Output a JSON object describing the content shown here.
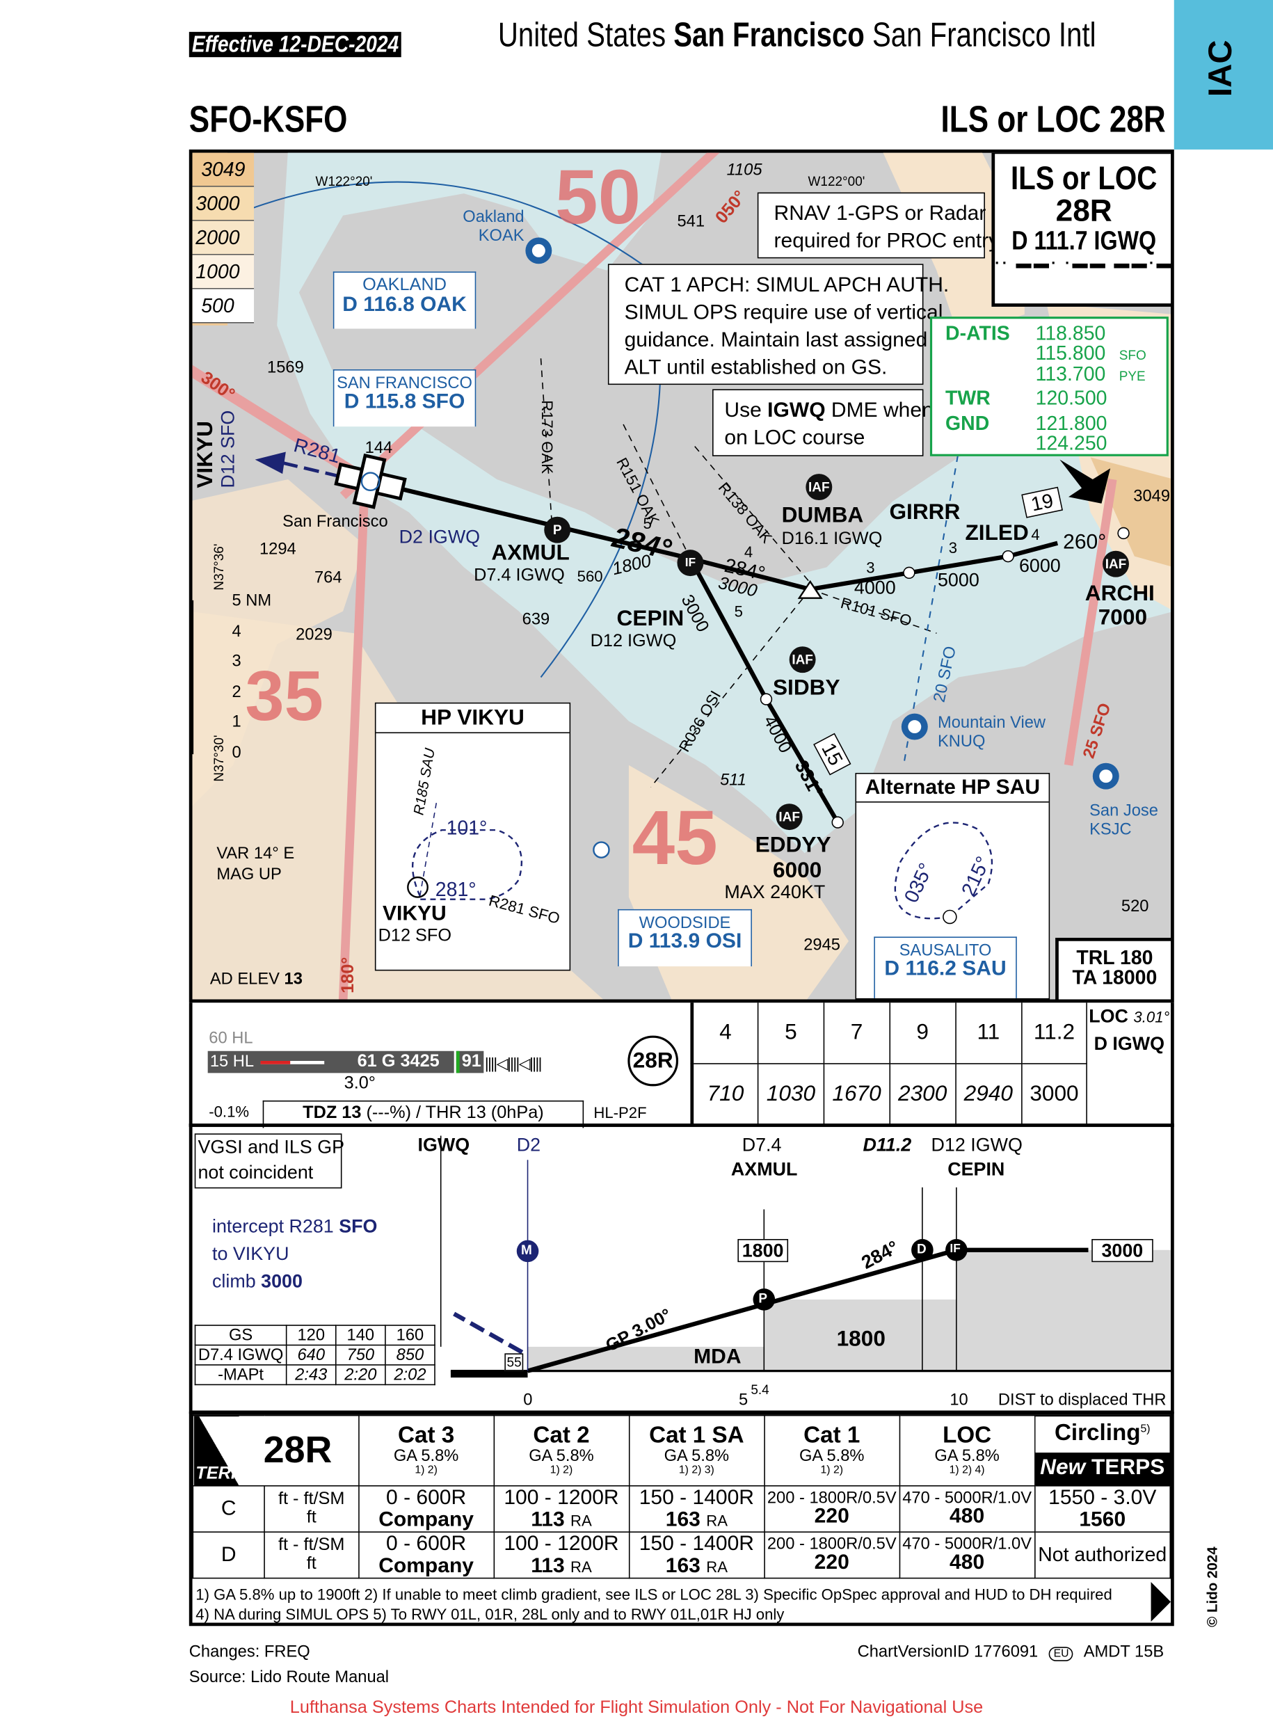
{
  "header": {
    "effective": "Effective  12-DEC-2024",
    "country": "United States",
    "city": "San Francisco",
    "airport": "San Francisco Intl",
    "ident": "SFO-KSFO",
    "procedure": "ILS or LOC 28R",
    "tab": "IAC"
  },
  "colors": {
    "tab": "#57bedc",
    "water": "#d4e8ea",
    "land": "#cfcfcf",
    "terrain": "#f6e4cc",
    "msa": "#e8787a",
    "vor": "#1f5fa3",
    "route": "#1c2473",
    "comms": "#17a34a"
  },
  "map": {
    "msa_legend": [
      "3049",
      "3000",
      "2000",
      "1000",
      "500"
    ],
    "title_box": {
      "line1": "ILS or LOC",
      "line2": "28R",
      "freq": "D 111.7 IGWQ"
    },
    "notes": {
      "rnav": [
        "RNAV 1-GPS or Radar",
        "required for PROC entry"
      ],
      "cat1": [
        "CAT 1 APCH: SIMUL APCH AUTH.",
        "SIMUL OPS require use of vertical",
        "guidance. Maintain last assigned",
        "ALT until established on GS."
      ],
      "igwq": {
        "pre": "Use ",
        "bold": "IGWQ",
        "post": " DME when",
        "line2": "on LOC course"
      }
    },
    "comms": [
      {
        "name": "D-ATIS",
        "freqs": [
          "118.850",
          "115.800",
          "113.700"
        ],
        "tags": [
          "",
          "SFO",
          "PYE"
        ]
      },
      {
        "name": "TWR",
        "freqs": [
          "120.500"
        ]
      },
      {
        "name": "GND",
        "freqs": [
          "121.800",
          "124.250"
        ]
      }
    ],
    "navaids": {
      "oakland": {
        "name": "OAKLAND",
        "freq": "D 116.8 OAK"
      },
      "sfo": {
        "name": "SAN FRANCISCO",
        "freq": "D 115.8 SFO"
      },
      "woodside": {
        "name": "WOODSIDE",
        "freq": "D 113.9 OSI"
      },
      "sausalito": {
        "name": "SAUSALITO",
        "freq": "D 116.2 SAU"
      }
    },
    "airports": {
      "koak": [
        "Oakland",
        "KOAK"
      ],
      "knuq": [
        "Mountain View",
        "KNUQ"
      ],
      "ksjc": [
        "San Jose",
        "KSJC"
      ],
      "city": "San Francisco"
    },
    "msa_sectors": [
      "50",
      "35",
      "45"
    ],
    "msa_bearings": [
      "050°",
      "300°",
      "180°"
    ],
    "grid": [
      "W122°20'",
      "W122°00'",
      "N37°36'",
      "N37°30'"
    ],
    "scale": {
      "label": "5 NM",
      "ticks": [
        "4",
        "3",
        "2",
        "1",
        "0"
      ]
    },
    "elevations": [
      "1105",
      "541",
      "1569",
      "144",
      "1294",
      "764",
      "2029",
      "560",
      "639",
      "3049",
      "511",
      "2945",
      "520"
    ],
    "fixes": {
      "vikyu": {
        "name": "VIKYU",
        "dist": "D12 SFO"
      },
      "axmul": {
        "name": "AXMUL",
        "dist": "D7.4 IGWQ"
      },
      "cepin": {
        "name": "CEPIN",
        "dist": "D12 IGWQ"
      },
      "dumba": {
        "name": "DUMBA",
        "dist": "D16.1 IGWQ"
      },
      "girrr": {
        "name": "GIRRR"
      },
      "ziled": {
        "name": "ZILED"
      },
      "archi": {
        "name": "ARCHI",
        "alt": "7000"
      },
      "sidby": {
        "name": "SIDBY"
      },
      "eddyy": {
        "name": "EDDYY",
        "alt": "6000",
        "speed": "MAX 240KT"
      }
    },
    "iaf": "IAF",
    "radials": [
      "R173 OAK",
      "R151 OAK",
      "R138 OAK",
      "R101 SFO",
      "R036 OSI",
      "R281",
      "D2 IGWQ",
      "20 SFO",
      "25 SFO"
    ],
    "legs": {
      "final_course": "284°",
      "final_alt": "1800",
      "course2": "284°",
      "alt2": "3000",
      "dist2": "4",
      "dist_5": "5",
      "dumba_girrr": "3",
      "alt_4000": "4000",
      "girrr_ziled": "3",
      "alt_5000": "5000",
      "ziled_archi": "4",
      "alt_6000": "6000",
      "crs_260": "260°",
      "cepin_sidby": "3000",
      "sidby_eddyy": "4000",
      "crs_331": "331°",
      "dist_5b": "5",
      "box_19": "19",
      "box_15": "15"
    },
    "hp_vikyu": {
      "title": "HP VIKYU",
      "radial": "R185 SAU",
      "inbound": "101°",
      "outbound": "281°",
      "fix": "VIKYU",
      "dist": "D12 SFO",
      "r281": "R281 SFO"
    },
    "hp_sau": {
      "title": "Alternate HP SAU",
      "inbound": "035°",
      "outbound": "215°"
    },
    "var": [
      "VAR 14° E",
      "MAG UP"
    ],
    "ad_elev": {
      "label": "AD ELEV ",
      "value": "13"
    },
    "trl": [
      "TRL 180",
      "TA 18000"
    ]
  },
  "runway": {
    "hl60": "60 HL",
    "hl15": "15 HL",
    "rwy": "61 G 3425",
    "thr": "91",
    "papi": "3.0°",
    "slope": "-0.1%",
    "tdz_bold": "TDZ 13",
    "tdz_rest": " (---%) / THR 13 (0hPa)",
    "lights": "HL-P2F",
    "ident": "28R"
  },
  "dme_table": {
    "dist": [
      "4",
      "5",
      "7",
      "9",
      "11",
      "11.2"
    ],
    "alt": [
      "710",
      "1030",
      "1670",
      "2300",
      "2940",
      "3000"
    ],
    "loc": "LOC",
    "loc_angle": "3.01°",
    "loc_id": "D IGWQ"
  },
  "profile": {
    "note": [
      "VGSI and ILS GP",
      "not coincident"
    ],
    "missed": {
      "l1": "intercept R281 ",
      "l1b": "SFO",
      "l2": "to VIKYU",
      "l3": "climb ",
      "l3b": "3000"
    },
    "labels": {
      "igwq": "IGWQ",
      "d2": "D2",
      "d74": "D7.4",
      "axmul": "AXMUL",
      "d112": "D11.2",
      "d12": "D12 IGWQ",
      "cepin": "CEPIN",
      "m": "M",
      "p": "P",
      "d": "D",
      "if": "IF",
      "alt1800": "1800",
      "alt3000": "3000",
      "crs": "284°",
      "gp": "GP 3.00°",
      "mda": "MDA",
      "obst": "1800",
      "tch": "55"
    },
    "axis": {
      "ticks": [
        "0",
        "5",
        "5.4",
        "10"
      ],
      "label": "DIST to displaced THR"
    },
    "gs_table": {
      "headers": [
        "GS",
        "120",
        "140",
        "160"
      ],
      "row_label": [
        "D7.4 IGWQ",
        "-MAPt"
      ],
      "rate": [
        "640",
        "750",
        "850"
      ],
      "time": [
        "2:43",
        "2:20",
        "2:02"
      ]
    }
  },
  "minimums": {
    "runway": "28R",
    "terps": "TERPs",
    "new_terps": [
      "New",
      "TERPS"
    ],
    "columns": [
      {
        "name": "Cat 3",
        "ga": "GA 5.8%",
        "notes": "1) 2)"
      },
      {
        "name": "Cat 2",
        "ga": "GA 5.8%",
        "notes": "1) 2)"
      },
      {
        "name": "Cat 1 SA",
        "ga": "GA 5.8%",
        "notes": "1) 2) 3)"
      },
      {
        "name": "Cat 1",
        "ga": "GA 5.8%",
        "notes": "1) 2)"
      },
      {
        "name": "LOC",
        "ga": "GA 5.8%",
        "notes": "1) 2) 4)"
      }
    ],
    "circling": {
      "name": "Circling",
      "note": "5)"
    },
    "units": [
      "ft - ft/SM",
      "ft"
    ],
    "rows": [
      {
        "cat": "C",
        "cells": [
          [
            "0 - 600R",
            "Company",
            ""
          ],
          [
            "100 - 1200R",
            "113",
            "RA"
          ],
          [
            "150 - 1400R",
            "163",
            "RA"
          ],
          [
            "200 - 1800R/0.5V",
            "220",
            ""
          ],
          [
            "470 - 5000R/1.0V",
            "480",
            ""
          ],
          [
            "1550 - 3.0V",
            "1560",
            ""
          ]
        ]
      },
      {
        "cat": "D",
        "cells": [
          [
            "0 - 600R",
            "Company",
            ""
          ],
          [
            "100 - 1200R",
            "113",
            "RA"
          ],
          [
            "150 - 1400R",
            "163",
            "RA"
          ],
          [
            "200 - 1800R/0.5V",
            "220",
            ""
          ],
          [
            "470 - 5000R/1.0V",
            "480",
            ""
          ]
        ],
        "circling": "Not authorized"
      }
    ],
    "footnotes": [
      "1) GA 5.8% up to 1900ft 2) If unable to meet climb gradient, see ILS or LOC 28L 3) Specific OpSpec approval and HUD to DH required",
      "4) NA during SIMUL OPS 5) To RWY 01L, 01R, 28L only and to RWY 01L,01R HJ only"
    ]
  },
  "footer": {
    "changes": "Changes: FREQ",
    "source": "Source: Lido Route Manual",
    "version": "ChartVersionID 1776091",
    "eu": "EU",
    "amdt": "AMDT 15B",
    "copyright": "© Lido 2024",
    "disclaimer": "Lufthansa Systems Charts Intended for Flight Simulation Only - Not For Navigational Use"
  }
}
